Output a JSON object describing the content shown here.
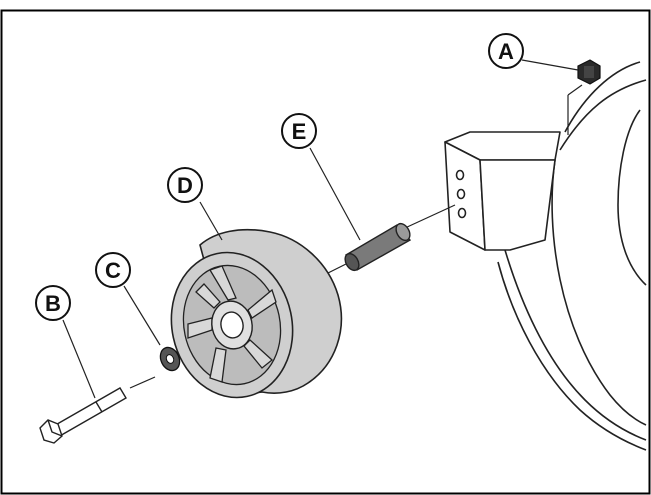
{
  "diagram": {
    "callouts": {
      "a": "A",
      "b": "B",
      "c": "C",
      "d": "D",
      "e": "E"
    },
    "colors": {
      "wheel_fill": "#cfcfcf",
      "wheel_shadow": "#bcbcbc",
      "spacer_fill": "#7a7a7a",
      "line": "#222222",
      "border": "#000000"
    }
  }
}
